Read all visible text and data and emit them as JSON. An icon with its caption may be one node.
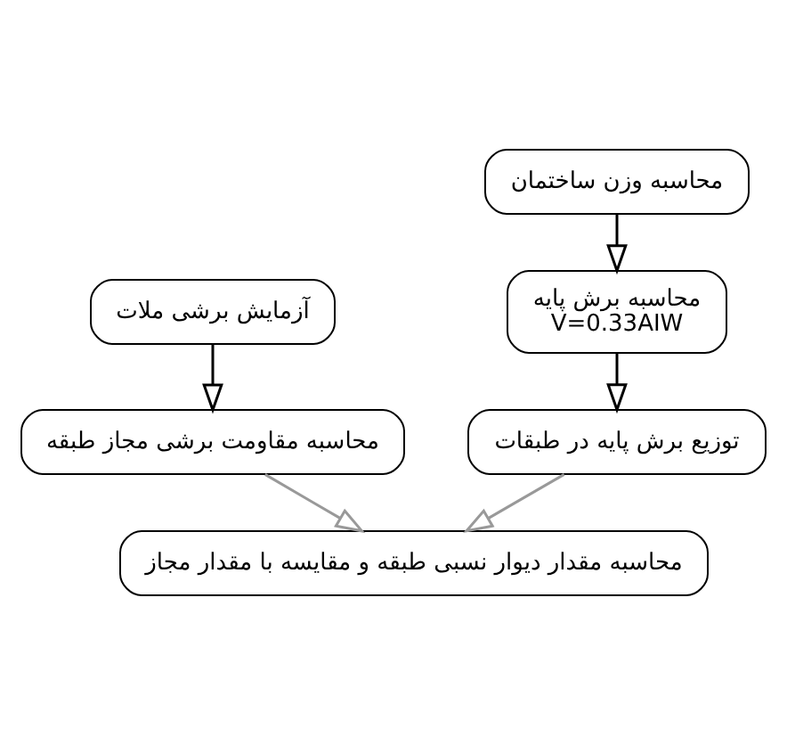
{
  "diagram": {
    "nodes": [
      {
        "text": [
          "محاسبه وزن ساختمان"
        ]
      },
      {
        "text": [
          "محاسبه برش پایه",
          "V=0.33AIW"
        ]
      },
      {
        "text": [
          "آزمایش برشی ملات"
        ]
      },
      {
        "text": [
          "توزیع برش پایه در طبقات"
        ]
      },
      {
        "text": [
          "محاسبه مقاومت برشی مجاز طبقه"
        ]
      },
      {
        "text": [
          "محاسبه مقدار دیوار نسبی طبقه و مقایسه با مقدار مجاز"
        ]
      }
    ],
    "edges": [
      {
        "from": 0,
        "to": 1,
        "arrow": "to"
      },
      {
        "from": 2,
        "to": 4,
        "arrow": "to"
      },
      {
        "from": 1,
        "to": 3,
        "arrow": "to"
      },
      {
        "from": 4,
        "to": 5,
        "arrow": "to",
        "color": "#999999"
      },
      {
        "from": 3,
        "to": 5,
        "arrow": "to",
        "color": "#999999"
      }
    ]
  }
}
